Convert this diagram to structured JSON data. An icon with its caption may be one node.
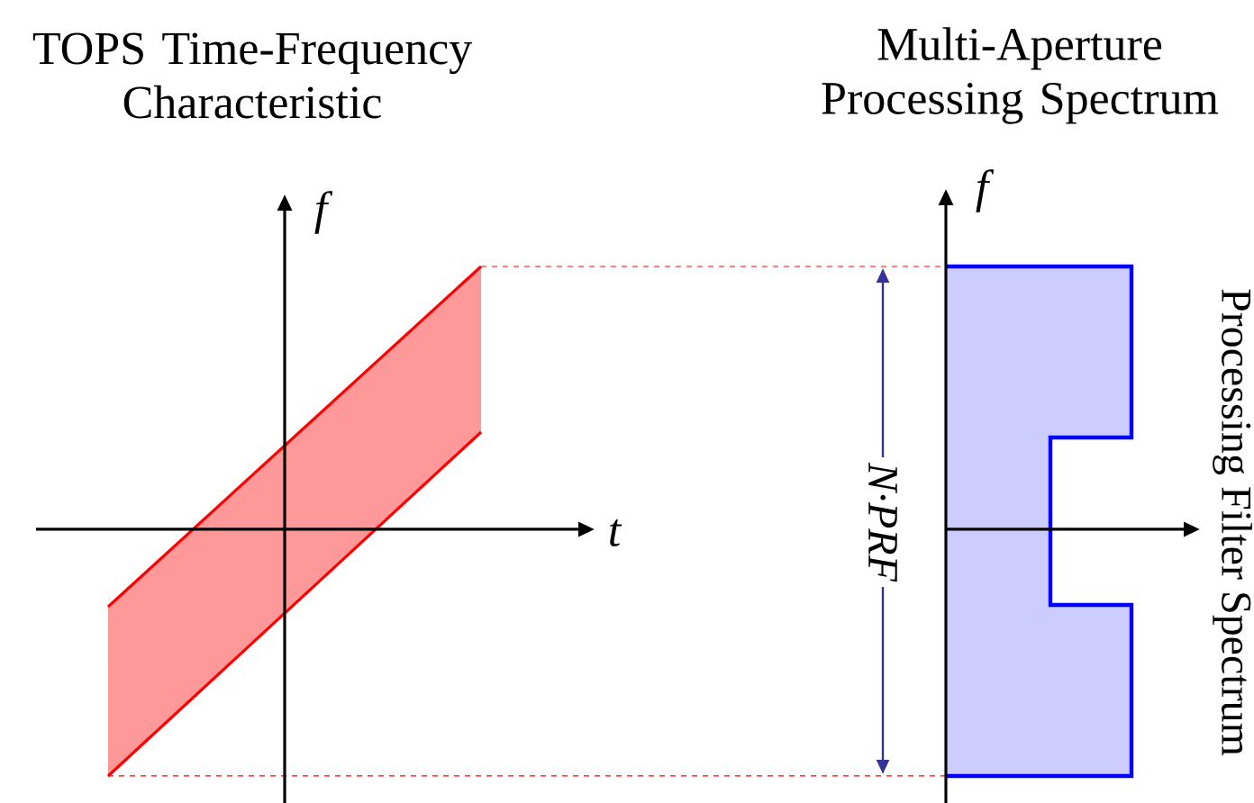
{
  "diagram": {
    "labels": [
      "TOPS Time-Frequency Characteristic",
      "Multi-Aperture Processing Spectrum",
      "f",
      "t",
      "f",
      "N·PRF",
      "Processing Filter Spectrum"
    ]
  }
}
